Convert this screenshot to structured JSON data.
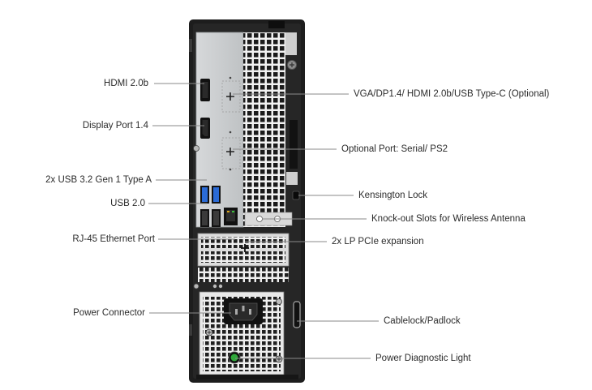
{
  "labels": {
    "hdmi": "HDMI 2.0b",
    "displayport": "Display Port 1.4",
    "usb32": "2x USB 3.2 Gen 1 Type A",
    "usb20": "USB 2.0",
    "rj45": "RJ-45 Ethernet Port",
    "power_connector": "Power Connector",
    "vga_dp_hdmi_usbc": "VGA/DP1.4/ HDMI 2.0b/USB Type-C (Optional)",
    "optional_port": "Optional Port: Serial/ PS2",
    "kensington": "Kensington Lock",
    "knockout": "Knock-out Slots for Wireless Antenna",
    "pcie": "2x LP PCIe expansion",
    "cablelock": "Cablelock/Padlock",
    "diag_light": "Power Diagnostic Light"
  },
  "colors": {
    "chassis": "#1d1d1d",
    "io_plate": "#c9cbcd",
    "leader_line": "#8a8a8a",
    "diag_light": "#2fa83a",
    "usb_blue": "#2b6bd6"
  },
  "icons": {
    "screw": "plus-screw-icon",
    "power_socket": "iec-power-socket-icon",
    "diag_led": "green-led-icon"
  }
}
